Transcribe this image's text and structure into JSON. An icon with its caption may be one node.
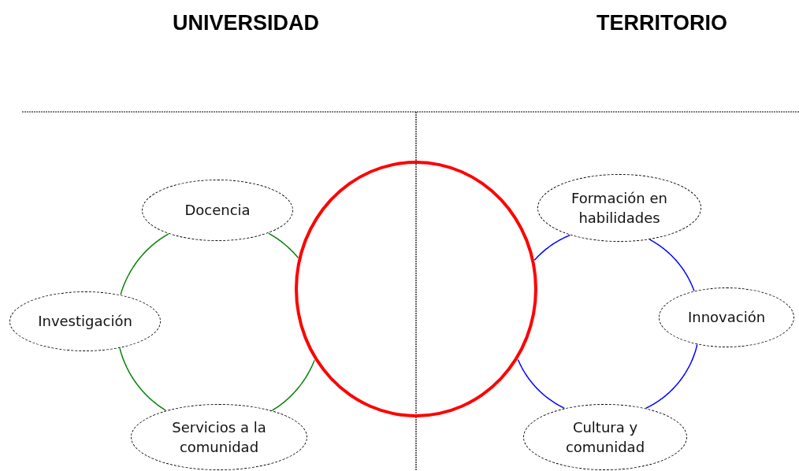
{
  "diagram": {
    "nodes": [
      {
        "text": [
          "Docencia"
        ]
      },
      {
        "text": [
          "Investigación"
        ]
      },
      {
        "text": [
          "Servicios a la comunidad"
        ]
      },
      {
        "text": [],
        "shape": "circle"
      },
      {
        "text": [
          "Formación en habilidades"
        ]
      },
      {
        "text": [
          "Innovación"
        ]
      },
      {
        "text": [
          "Cultura y comunidad"
        ]
      }
    ],
    "edges": [
      {
        "from": 0,
        "to": 1,
        "arrow": "none",
        "color": "#008000"
      },
      {
        "from": 1,
        "to": 2,
        "arrow": "none",
        "color": "#008000"
      },
      {
        "from": 2,
        "to": 3,
        "arrow": "none",
        "color": "#008000"
      },
      {
        "from": 3,
        "to": 0,
        "arrow": "none",
        "color": "#008000"
      },
      {
        "from": 3,
        "to": 4,
        "arrow": "none",
        "color": "#0000ff"
      },
      {
        "from": 4,
        "to": 5,
        "arrow": "none",
        "color": "#0000ff"
      },
      {
        "from": 5,
        "to": 6,
        "arrow": "none",
        "color": "#0000ff"
      },
      {
        "from": 6,
        "to": 3,
        "arrow": "none",
        "color": "#0000ff"
      }
    ],
    "labels": [
      "UNIVERSIDAD",
      "TERRITORIO"
    ]
  }
}
